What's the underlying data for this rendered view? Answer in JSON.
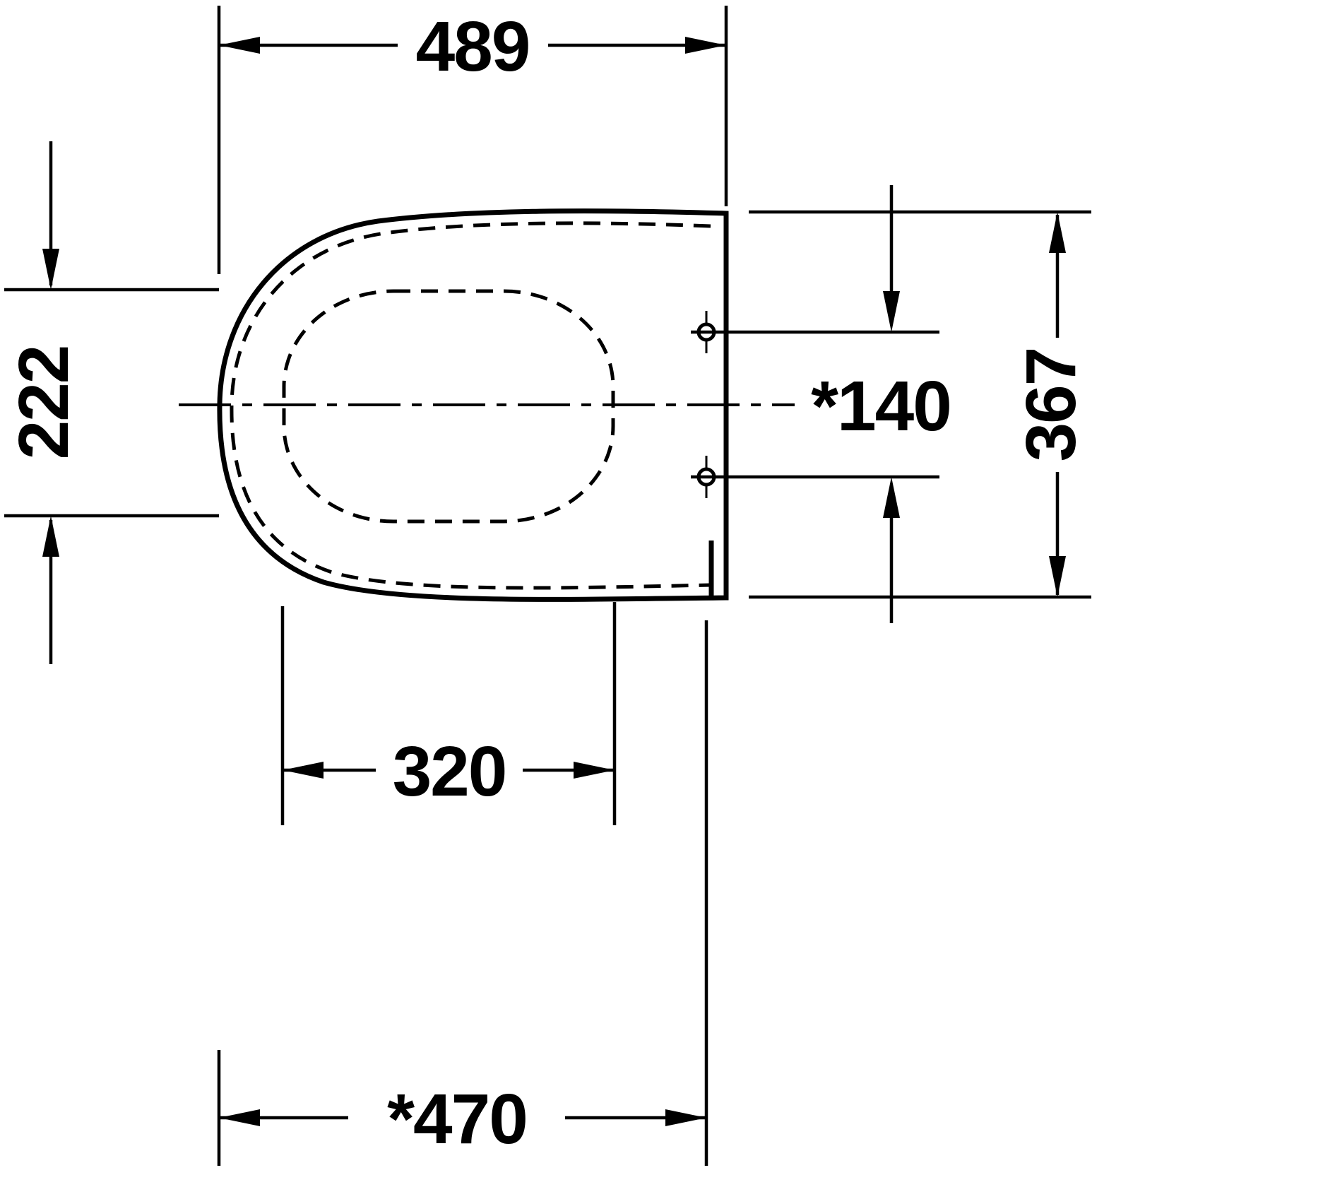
{
  "page": {
    "background": "#ffffff",
    "line_color": "#000000"
  },
  "drawing": {
    "name": "toilet-seat-plan-technical-drawing",
    "dimensions": {
      "width_top": "489",
      "height_left": "222",
      "height_right": "367",
      "hinge_hole_spacing": "*140",
      "width_inner": "320",
      "width_overall": "*470"
    }
  }
}
